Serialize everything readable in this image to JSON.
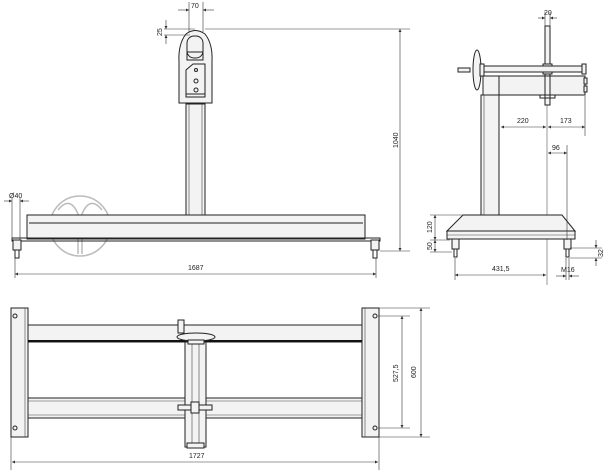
{
  "drawing": {
    "front_view": {
      "dims": {
        "width_top": "70",
        "eye_offset": "25",
        "height": "1040",
        "foot_diameter": "Ø40",
        "overall_width": "1687"
      }
    },
    "side_view": {
      "dims": {
        "rod_width": "20",
        "arm_reach": "220",
        "arm_extension": "173",
        "foot_offset": "96",
        "base_height": "120",
        "foot_height": "50",
        "base_half_depth": "431,5",
        "thread": "M16",
        "thread_length": "32"
      }
    },
    "top_view": {
      "dims": {
        "hole_spacing": "527,5",
        "depth": "600",
        "overall_length": "1727"
      }
    },
    "watermark": "MM"
  }
}
